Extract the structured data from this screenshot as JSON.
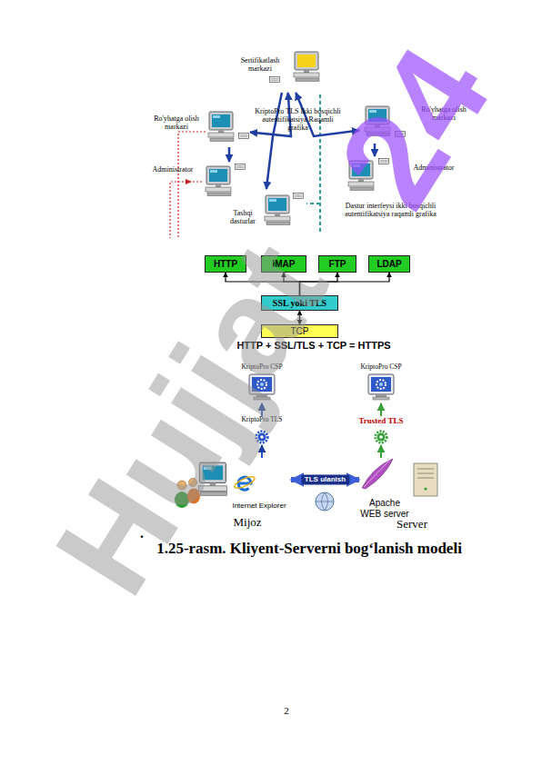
{
  "diagram": {
    "caption": "1.25-rasm. Kliyent-Serverni bog‘lanish modeli",
    "nodes": [
      {
        "text": [
          "Sertifikatlash markazi"
        ]
      },
      {
        "text": [
          "Ro'yhatga olish markazi"
        ]
      },
      {
        "text": [
          "Ro'yhatga olish markazi"
        ]
      },
      {
        "text": [
          "Administrator"
        ]
      },
      {
        "text": [
          "Administrator"
        ]
      },
      {
        "text": [
          "Tashqi dasturlar"
        ]
      },
      {
        "text": [
          "HTTP"
        ]
      },
      {
        "text": [
          "IMAP"
        ]
      },
      {
        "text": [
          "FTP"
        ]
      },
      {
        "text": [
          "LDAP"
        ]
      },
      {
        "text": [
          "SSL yoki TLS"
        ]
      },
      {
        "text": [
          "TCP"
        ]
      },
      {
        "text": [
          "KriptoPro CSP"
        ]
      },
      {
        "text": [
          "KriptoPro TLS"
        ]
      },
      {
        "text": [
          "Internet Explorer",
          "Mijoz"
        ]
      },
      {
        "text": [
          "KriptoPro CSP"
        ]
      },
      {
        "text": [
          "Trusted TLS"
        ]
      },
      {
        "text": [
          "Apache WEB server",
          "Server"
        ]
      }
    ],
    "edges": [
      {
        "from": 1,
        "to": 0,
        "arrow": "both"
      },
      {
        "from": 2,
        "to": 0,
        "arrow": "both"
      },
      {
        "from": 1,
        "to": 3,
        "arrow": "to"
      },
      {
        "from": 2,
        "to": 4,
        "arrow": "to"
      },
      {
        "from": 0,
        "to": 5,
        "arrow": "to"
      },
      {
        "from": 10,
        "to": 6,
        "arrow": "to"
      },
      {
        "from": 10,
        "to": 7,
        "arrow": "to"
      },
      {
        "from": 10,
        "to": 8,
        "arrow": "to"
      },
      {
        "from": 10,
        "to": 9,
        "arrow": "to"
      },
      {
        "from": 10,
        "to": 11,
        "arrow": "both"
      },
      {
        "from": 13,
        "to": 12,
        "arrow": "to"
      },
      {
        "from": 14,
        "to": 13,
        "arrow": "to"
      },
      {
        "from": 16,
        "to": 15,
        "arrow": "to"
      },
      {
        "from": 17,
        "to": 16,
        "arrow": "to"
      },
      {
        "from": 14,
        "to": 17,
        "label": "TLS ulanish",
        "arrow": "both"
      }
    ],
    "labels": [
      "KriptoPro TLS Ikki bosqichli autentifikatsiya Raqamli grafika",
      "Dastur interfeysi ikki bosqichli autentifikatsiya raqamli grafika",
      "HTTP + SSL/TLS + TCP = HTTPS",
      ".",
      "2",
      "Hujjat",
      "24"
    ]
  }
}
